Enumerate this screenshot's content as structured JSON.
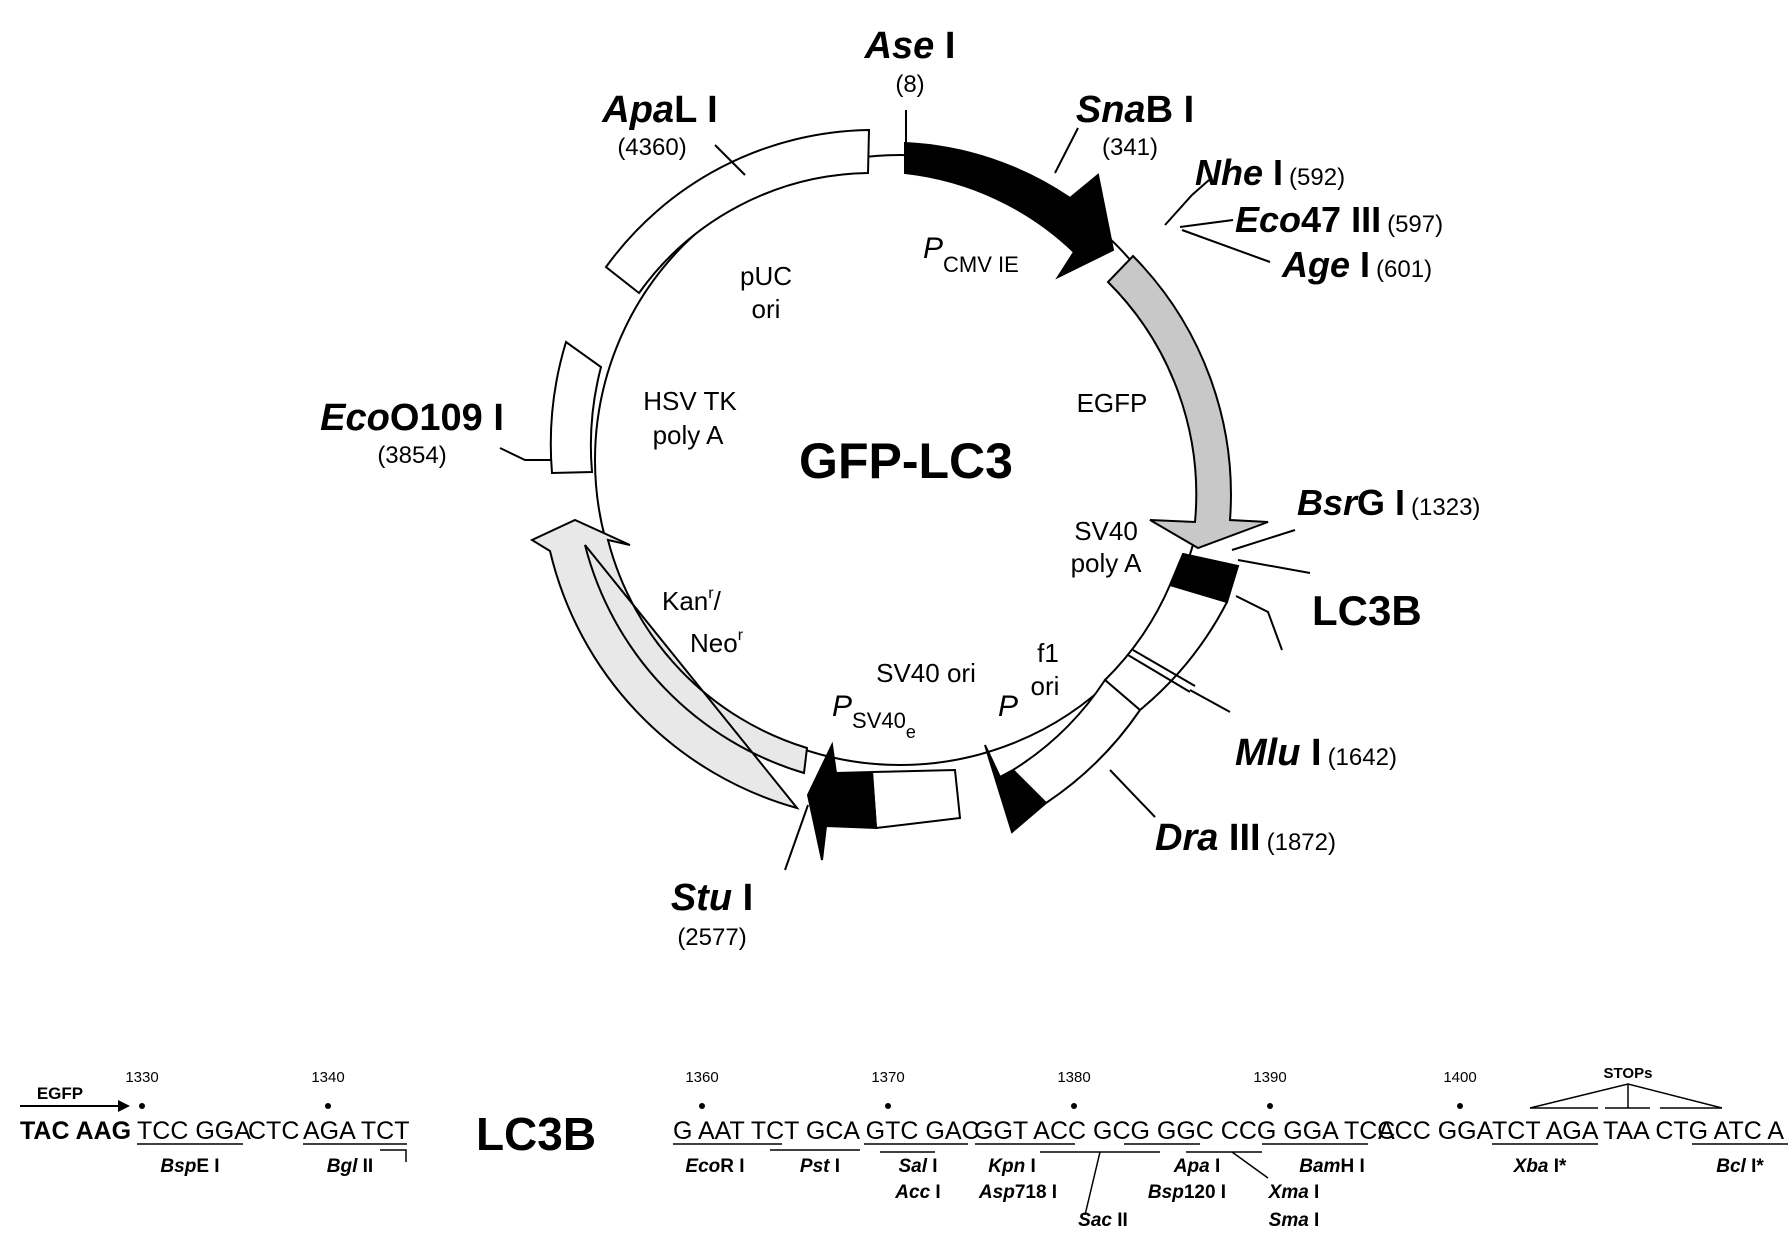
{
  "map": {
    "title": "GFP-LC3",
    "insert_label": "LC3B",
    "sites": [
      {
        "name": "Ase",
        "suffix": " I",
        "pos": "(8)"
      },
      {
        "name": "Sna",
        "suffix": "B I",
        "pos": "(341)"
      },
      {
        "name": "Nhe",
        "suffix": " I",
        "pos": "(592)"
      },
      {
        "name": "Eco",
        "suffix": "47 III",
        "pos": "(597)"
      },
      {
        "name": "Age",
        "suffix": " I",
        "pos": "(601)"
      },
      {
        "name": "Bsr",
        "suffix": "G I",
        "pos": "(1323)"
      },
      {
        "name": "Mlu",
        "suffix": " I",
        "pos": "(1642)"
      },
      {
        "name": "Dra",
        "suffix": " III",
        "pos": "(1872)"
      },
      {
        "name": "Stu",
        "suffix": " I",
        "pos": "(2577)"
      },
      {
        "name": "Eco",
        "suffix": "O109 I",
        "pos": "(3854)"
      },
      {
        "name": "Apa",
        "suffix": "L I",
        "pos": "(4360)"
      }
    ],
    "features": {
      "pcmv_p": "P",
      "pcmv_sub": "CMV  IE",
      "egfp": "EGFP",
      "sv40polya_1": "SV40",
      "sv40polya_2": "poly A",
      "f1ori_1": "f1",
      "f1ori_2": "ori",
      "p": "P",
      "sv40ori": "SV40 ori",
      "psv40_p": "P",
      "psv40_sub": "SV40",
      "psv40_e": "e",
      "kan_1": "Kan",
      "kan_1_sup": "r",
      "kan_1_tail": "/",
      "kan_2": "Neo",
      "kan_2_sup": "r",
      "hsv_1": "HSV TK",
      "hsv_2": "poly A",
      "puc_1": "pUC",
      "puc_2": "ori"
    },
    "colors": {
      "promoter": "#000000",
      "egfp": "#c8c8c8",
      "kan": "#e8e8e8",
      "open": "#ffffff"
    }
  },
  "mcs": {
    "egfp_label": "EGFP",
    "insert_label": "LC3B",
    "left_ticks": [
      "1330",
      "1340"
    ],
    "right_ticks": [
      "1360",
      "1370",
      "1380",
      "1390",
      "1400"
    ],
    "left_seq": [
      "TAC AAG",
      "TCC GGA",
      "CTC",
      "AGA TCT"
    ],
    "right_seq": [
      "G AAT TCT GCA GTC GAC",
      "GGT ACC GCG GGC CCG GGA TCC",
      "ACC GGA",
      "TCT AGA",
      "TAA CTG ATC A"
    ],
    "stops": "STOPs",
    "enzymes": [
      {
        "name": "Bsp",
        "suffix": "E I"
      },
      {
        "name": "Bgl",
        "suffix": " II"
      },
      {
        "name": "Eco",
        "suffix": "R I"
      },
      {
        "name": "Pst",
        "suffix": " I"
      },
      {
        "name": "Sal",
        "suffix": " I"
      },
      {
        "name": "Acc",
        "suffix": " I"
      },
      {
        "name": "Kpn",
        "suffix": " I"
      },
      {
        "name": "Asp",
        "suffix": "718 I"
      },
      {
        "name": "Sac",
        "suffix": " II"
      },
      {
        "name": "Apa",
        "suffix": " I"
      },
      {
        "name": "Bsp",
        "suffix": "120 I"
      },
      {
        "name": "Bam",
        "suffix": "H I"
      },
      {
        "name": "Xma",
        "suffix": " I"
      },
      {
        "name": "Sma",
        "suffix": " I"
      },
      {
        "name": "Xba",
        "suffix": " I*"
      },
      {
        "name": "Bcl",
        "suffix": " I*"
      }
    ]
  }
}
